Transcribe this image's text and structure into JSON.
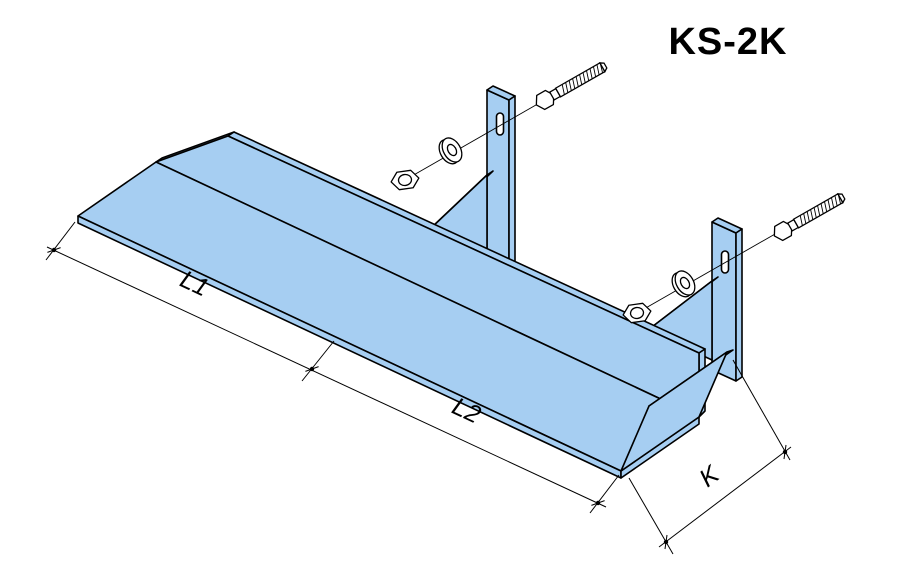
{
  "title": "KS-2K",
  "dimensions": {
    "l1": "L1",
    "l2": "L2",
    "k": "K"
  },
  "colors": {
    "part_fill": "#A6CEF2",
    "outline": "#000000",
    "fastener_fill": "#FFFFFF",
    "background": "#FFFFFF"
  },
  "components": [
    "angle-bracket",
    "mounting-strap",
    "slot-hole",
    "gusset",
    "hex-bolt",
    "washer",
    "hex-nut"
  ]
}
